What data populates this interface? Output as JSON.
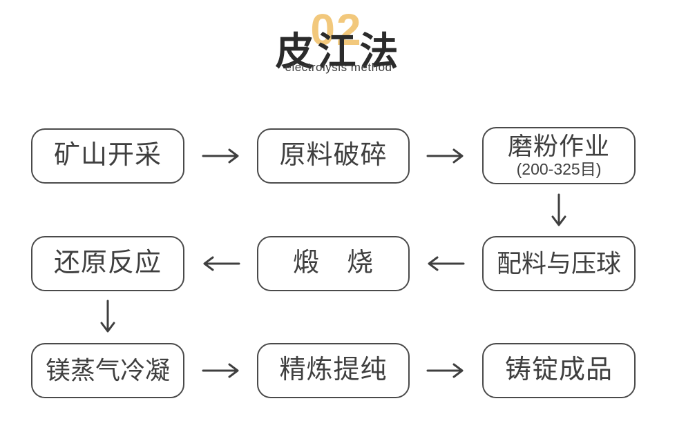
{
  "header": {
    "number": "02",
    "title": "皮江法",
    "subtitle": "electrolysis method"
  },
  "colors": {
    "accent_number": "#F2C87C",
    "title_text": "#2B2B2B",
    "box_border": "#4A4A4A",
    "box_text": "#3F3F3F",
    "background": "#FFFFFF"
  },
  "flow": {
    "boxes": [
      {
        "label": "矿山开采"
      },
      {
        "label": "原料破碎"
      },
      {
        "label": "磨粉作业",
        "sublabel": "(200-325目)"
      },
      {
        "label": "还原反应"
      },
      {
        "label": "煅　烧"
      },
      {
        "label": "配料与压球"
      },
      {
        "label": "镁蒸气冷凝"
      },
      {
        "label": "精炼提纯"
      },
      {
        "label": "铸锭成品"
      }
    ],
    "arrows": {
      "row1": [
        "right",
        "right"
      ],
      "row1_to_row2": "down",
      "row2": [
        "left",
        "left"
      ],
      "row2_to_row3": "down",
      "row3": [
        "right",
        "right"
      ]
    },
    "icons": {
      "arrow_right": "→",
      "arrow_left": "←",
      "arrow_down": "↓"
    }
  }
}
